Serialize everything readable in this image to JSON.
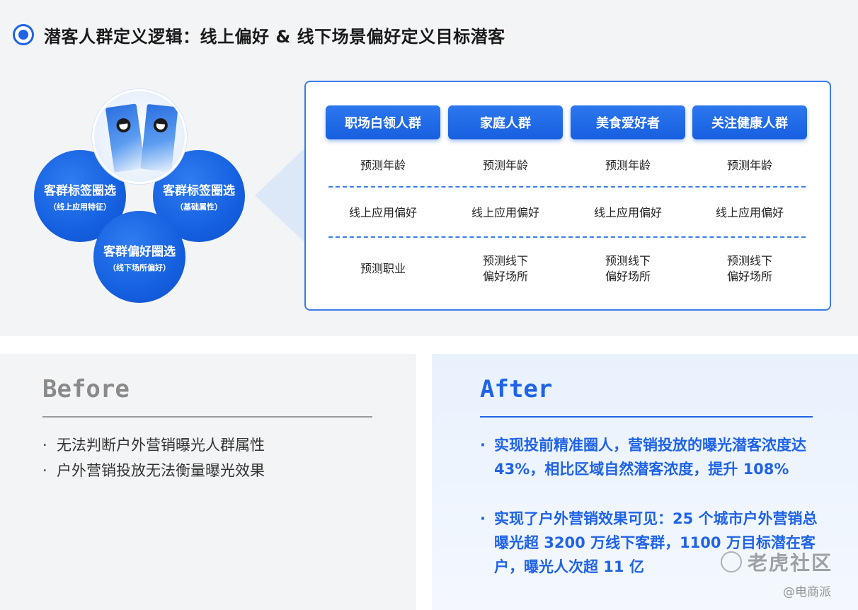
{
  "title": "潜客人群定义逻辑：线上偏好 & 线下场景偏好定义目标潜客",
  "venn": {
    "left": {
      "main": "客群标签圈选",
      "sub": "（线上应用特征）"
    },
    "right": {
      "main": "客群标签圈选",
      "sub": "（基础属性）"
    },
    "bottom": {
      "main": "客群偏好圈选",
      "sub": "（线下场所偏好）"
    }
  },
  "columns": [
    {
      "head": "职场白领人群",
      "row1": "预测年龄",
      "row2": "线上应用偏好",
      "row3": "预测职业"
    },
    {
      "head": "家庭人群",
      "row1": "预测年龄",
      "row2": "线上应用偏好",
      "row3": "预测线下\n偏好场所"
    },
    {
      "head": "美食爱好者",
      "row1": "预测年龄",
      "row2": "线上应用偏好",
      "row3": "预测线下\n偏好场所"
    },
    {
      "head": "关注健康人群",
      "row1": "预测年龄",
      "row2": "线上应用偏好",
      "row3": "预测线下\n偏好场所"
    }
  ],
  "before": {
    "title": "Before",
    "items": [
      "无法判断户外营销曝光人群属性",
      "户外营销投放无法衡量曝光效果"
    ]
  },
  "after": {
    "title": "After",
    "items": [
      "实现投前精准圈人，营销投放的曝光潜客浓度达 43%，相比区域自然潜客浓度，提升 108%",
      "实现了户外营销效果可见：25 个城市户外营销总曝光超 3200 万线下客群，1100 万目标潜在客户，曝光人次超 11 亿"
    ]
  },
  "watermark": {
    "community": "老虎社区",
    "source": "@电商派"
  }
}
